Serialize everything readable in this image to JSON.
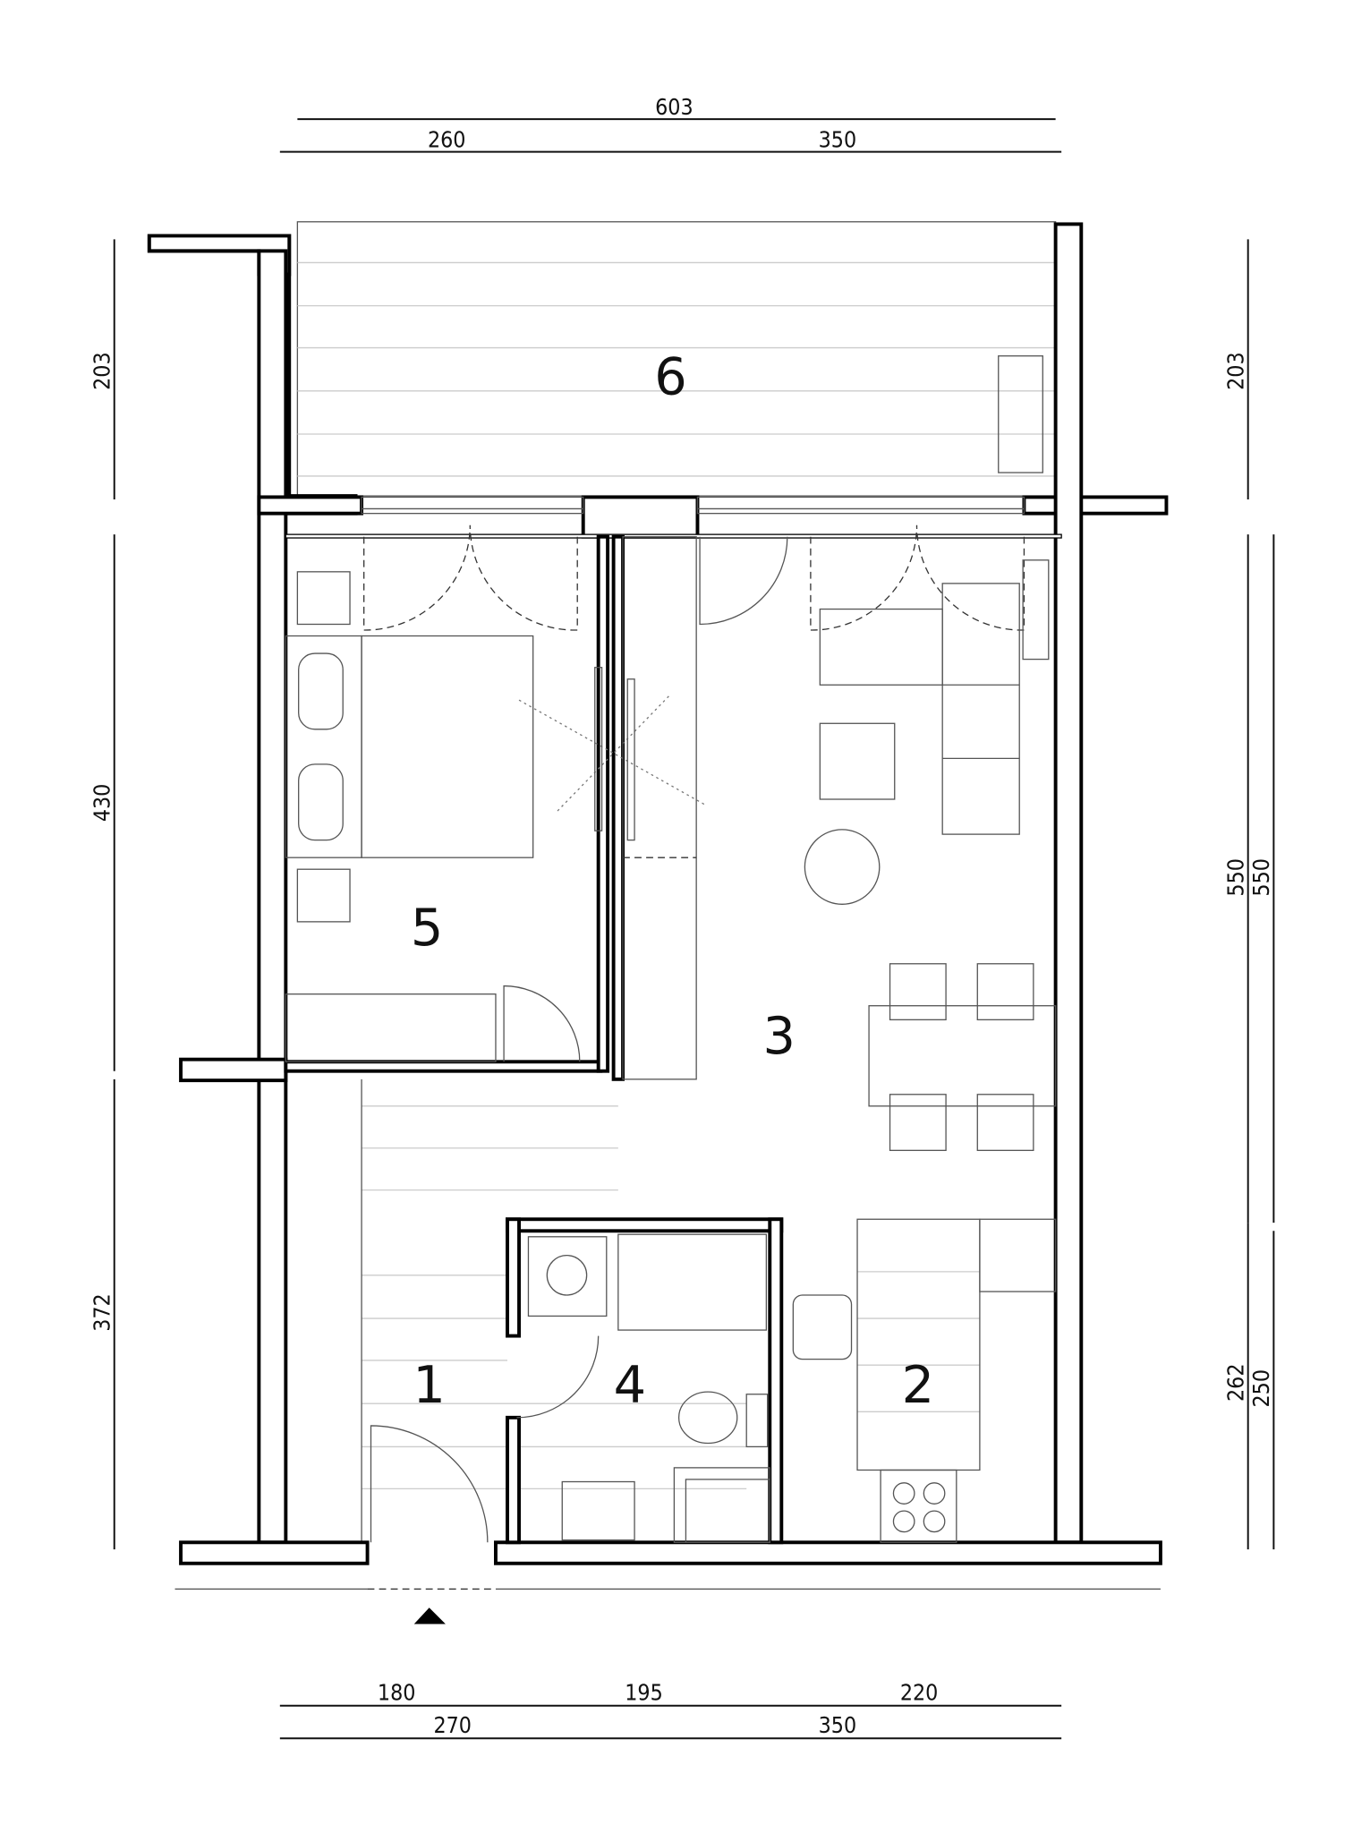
{
  "title": "Apartment floor plan",
  "dimensions": {
    "top_total": "603",
    "top_left": "260",
    "top_right": "350",
    "bottom_1": "180",
    "bottom_2": "195",
    "bottom_3": "220",
    "bottom_left": "270",
    "bottom_right": "350",
    "left_top": "203",
    "left_mid": "430",
    "left_bottom": "372",
    "right_top": "203",
    "right_mid_a": "550",
    "right_mid_b": "550",
    "right_bottom_a": "262",
    "right_bottom_b": "250"
  },
  "rooms": [
    "1",
    "2",
    "3",
    "4",
    "5",
    "6"
  ],
  "entrance_icon": "entrance-arrow-icon"
}
